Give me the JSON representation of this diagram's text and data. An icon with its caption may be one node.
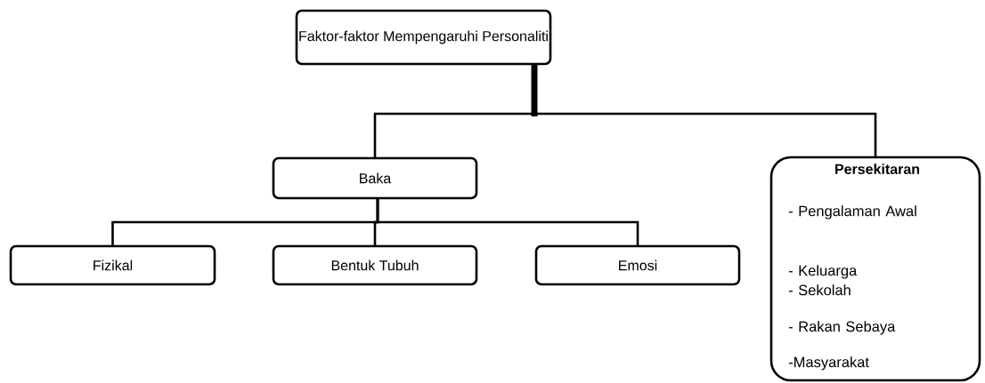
{
  "diagram": {
    "nodes": [
      {
        "text": [
          "Faktor-faktor Mempengaruhi Personaliti"
        ]
      },
      {
        "text": [
          "Baka"
        ]
      },
      {
        "text": [
          "Persekitaran",
          "- Pengalaman Awal",
          "- Keluarga",
          "- Sekolah",
          "- Rakan Sebaya",
          "-Masyarakat"
        ]
      },
      {
        "text": [
          "Fizikal"
        ]
      },
      {
        "text": [
          "Bentuk Tubuh"
        ]
      },
      {
        "text": [
          "Emosi"
        ]
      }
    ],
    "edges": [
      {
        "from": 0,
        "to": 1,
        "arrow": "none"
      },
      {
        "from": 0,
        "to": 2,
        "arrow": "none"
      },
      {
        "from": 1,
        "to": 3,
        "arrow": "none"
      },
      {
        "from": 1,
        "to": 4,
        "arrow": "none"
      },
      {
        "from": 1,
        "to": 5,
        "arrow": "none"
      }
    ]
  }
}
